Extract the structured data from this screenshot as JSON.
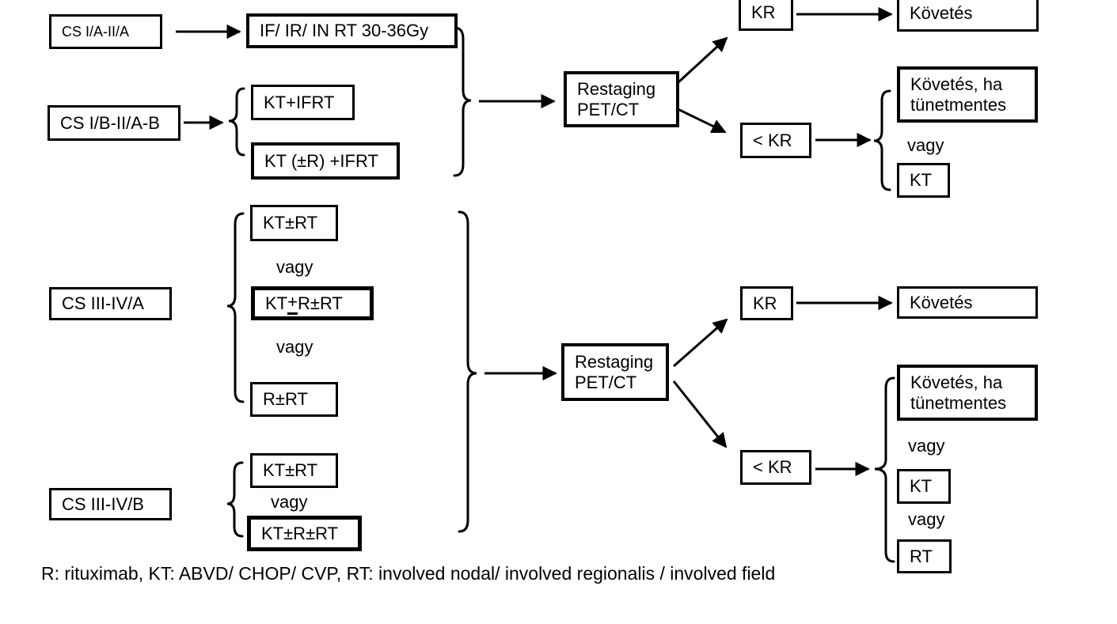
{
  "colors": {
    "ink": "#000000",
    "background": "#ffffff"
  },
  "labels": {
    "cs_ia_iia": "CS I/A-II/A",
    "if_ir_in_rt": "IF/ IR/ IN RT 30-36Gy",
    "cs_ib_iia_b": "CS I/B-II/A-B",
    "kt_ifrt": "KT+IFRT",
    "kt_pm_r_ifrt": "KT (±R) +IFRT",
    "restaging_line1": "Restaging",
    "restaging_line2": "PET/CT",
    "kr": "KR",
    "lt_kr": "< KR",
    "kovetes": "Követés",
    "kovetes_ha_line1": "Követés, ha",
    "kovetes_ha_line2": "tünetmentes",
    "vagy": "vagy",
    "kt": "KT",
    "rt": "RT",
    "cs_iii_iva": "CS III-IV/A",
    "cs_iii_ivb": "CS III-IV/B",
    "kt_pm_rt": "KT±RT",
    "kt_pm_r_pm_rt": "KT±R±RT",
    "kt_pm_r_pm_rt_pre": "KT",
    "kt_pm_r_pm_rt_plus": "+",
    "kt_pm_r_pm_rt_post": "R±RT",
    "r_pm_rt": "R±RT"
  },
  "legend": {
    "text": "R: rituximab, KT: ABVD/ CHOP/ CVP, RT: involved nodal/ involved regionalis / involved field"
  }
}
